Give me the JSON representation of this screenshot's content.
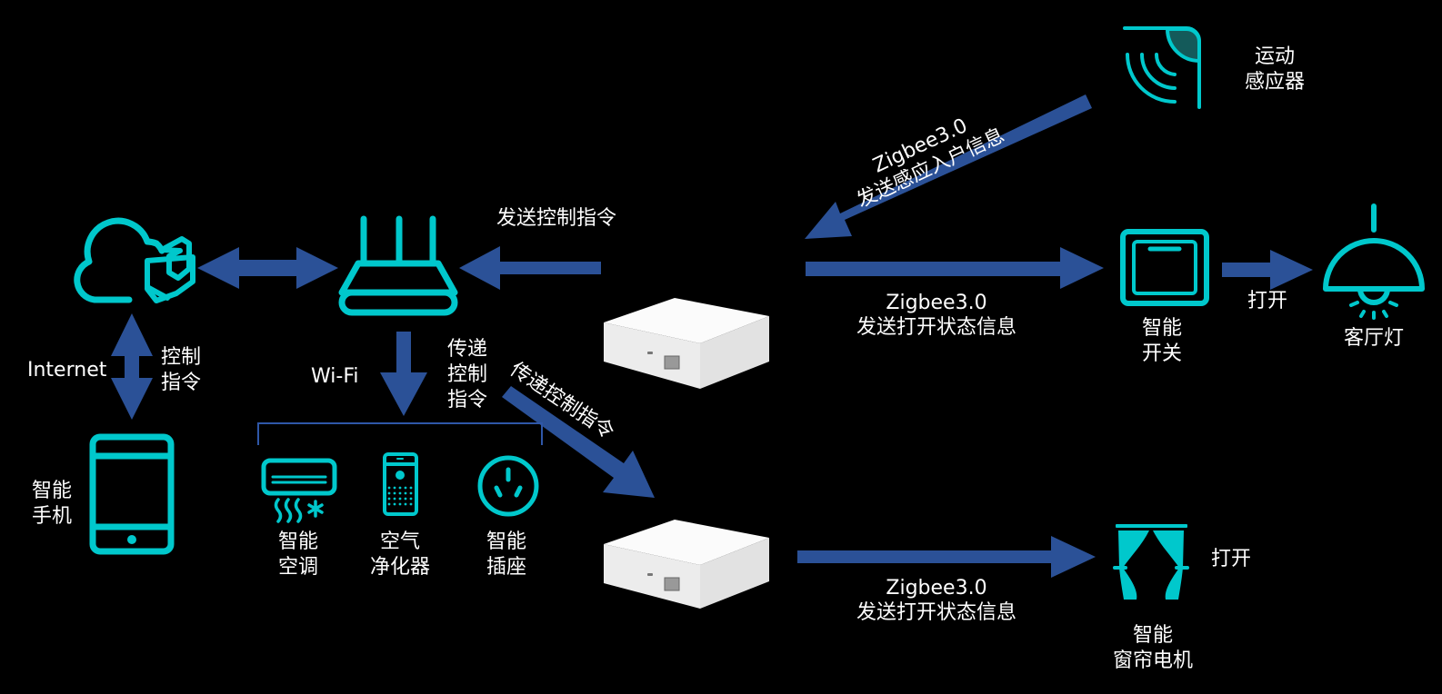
{
  "colors": {
    "icon": "#00c8cc",
    "arrow": "#2b5197",
    "bracket": "#2f57a8",
    "text": "#ffffff",
    "background": "#000000",
    "gateway": "#f4f4f4"
  },
  "nodes": {
    "cloud": {
      "icon": "cloud-hexagon-icon"
    },
    "router": {
      "icon": "router-icon"
    },
    "phone": {
      "icon": "tablet-phone-icon",
      "label_line1": "智能",
      "label_line2": "手机"
    },
    "ac": {
      "icon": "air-conditioner-icon",
      "label_line1": "智能",
      "label_line2": "空调"
    },
    "purifier": {
      "icon": "air-purifier-icon",
      "label_line1": "空气",
      "label_line2": "净化器"
    },
    "socket": {
      "icon": "power-socket-icon",
      "label_line1": "智能",
      "label_line2": "插座"
    },
    "gateway_top": {
      "icon": "zigbee-gateway-image"
    },
    "gateway_bottom": {
      "icon": "zigbee-gateway-image"
    },
    "motion_sensor": {
      "icon": "motion-sensor-icon",
      "label_line1": "运动",
      "label_line2": "感应器"
    },
    "smart_switch": {
      "icon": "wall-switch-icon",
      "label_line1": "智能",
      "label_line2": "开关"
    },
    "lamp": {
      "icon": "pendant-lamp-icon",
      "label": "客厅灯"
    },
    "curtain": {
      "icon": "curtain-icon",
      "label_line1": "智能",
      "label_line2": "窗帘电机"
    }
  },
  "edge_labels": {
    "internet": "Internet",
    "control_cmd_line1": "控制",
    "control_cmd_line2": "指令",
    "send_control_cmd": "发送控制指令",
    "wifi": "Wi-Fi",
    "relay_line1": "传递",
    "relay_line2": "控制",
    "relay_line3": "指令",
    "relay_diag": "传递控制指令",
    "sensor_line1": "Zigbee3.0",
    "sensor_line2": "发送感应入户信息",
    "switch_line1": "Zigbee3.0",
    "switch_line2": "发送打开状态信息",
    "lamp_open": "打开",
    "curtain_line1": "Zigbee3.0",
    "curtain_line2": "发送打开状态信息",
    "curtain_open": "打开"
  }
}
